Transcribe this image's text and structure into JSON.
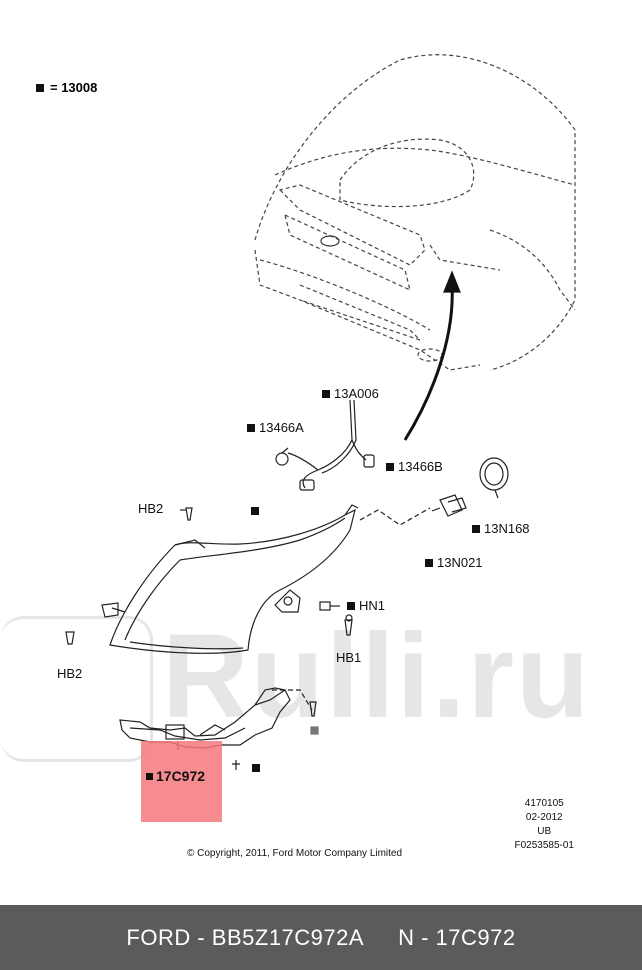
{
  "legend": {
    "code": "= 13008"
  },
  "labels": {
    "c13a006": "13A006",
    "c13466a": "13466A",
    "c13466b": "13466B",
    "hb2_top": "HB2",
    "c13n168": "13N168",
    "c13n021": "13N021",
    "hn1": "HN1",
    "hb1": "HB1",
    "hb2_left": "HB2",
    "highlight": "17C972"
  },
  "watermark": "Rulli.ru",
  "meta": {
    "line1": "4170105",
    "line2": "02-2012",
    "line3": "UB",
    "line4": "F0253585-01"
  },
  "copyright": "© Copyright, 2011, Ford Motor Company Limited",
  "footer": {
    "part1": "FORD - BB5Z17C972A",
    "part2": "N - 17C972"
  },
  "colors": {
    "highlight": "#f5787d",
    "footer_bg": "#5b5b5b"
  }
}
